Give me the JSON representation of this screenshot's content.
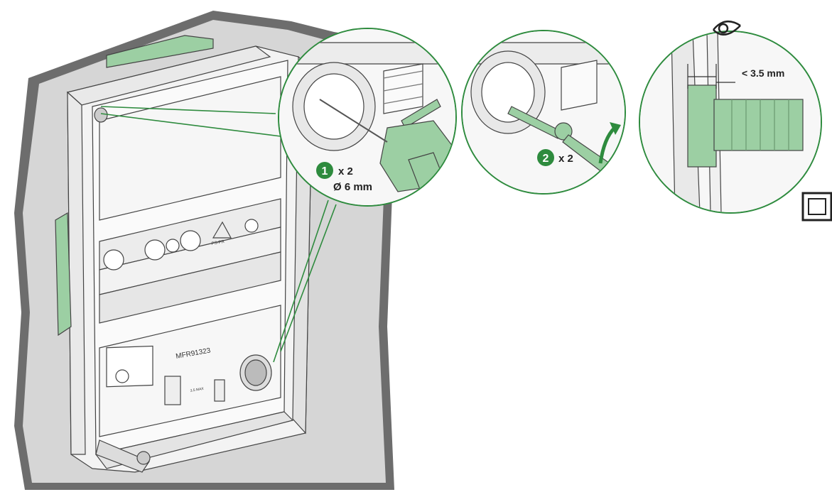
{
  "colors": {
    "accent_green": "#2e8b3e",
    "highlight_green": "#9ccfa3",
    "wall_gray": "#d6d6d6",
    "wall_edge": "#6d6d6d",
    "base_plate": "#f3f3f3",
    "line": "#444444"
  },
  "base": {
    "model_label": "MFR91323",
    "small_marking": "PS-PR",
    "spirit_mark": "3.5 MAX"
  },
  "step1": {
    "number": "1",
    "qty": "x 2",
    "diameter": "Ø 6 mm"
  },
  "step2": {
    "number": "2",
    "qty": "x 2"
  },
  "step3": {
    "tolerance": "< 3.5 mm",
    "icon": "eye-icon"
  },
  "side_icon": "square-outline-icon"
}
